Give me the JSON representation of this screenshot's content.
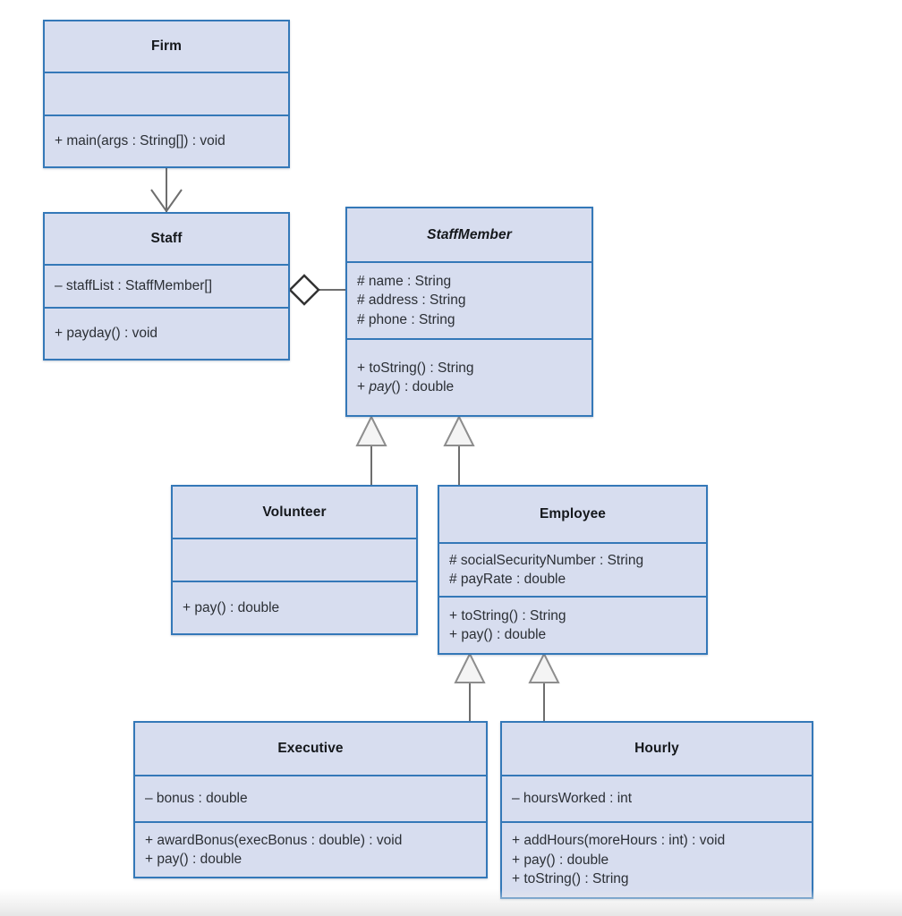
{
  "diagram": {
    "type": "uml-class-diagram",
    "title": "Firm / Staff / StaffMember class hierarchy",
    "colors": {
      "class_fill": "#d7ddef",
      "class_border": "#3478b8",
      "connector": "#6e6e6e",
      "text": "#2b2f35"
    }
  },
  "classes": [
    {
      "id": "firm",
      "name": "Firm",
      "abstract": false,
      "attributes": [],
      "operations": [
        {
          "text": "+ main(args : String[]) : void",
          "abstract": false
        }
      ]
    },
    {
      "id": "staff",
      "name": "Staff",
      "abstract": false,
      "attributes": [
        {
          "text": "– staffList : StaffMember[]",
          "abstract": false
        }
      ],
      "operations": [
        {
          "text": "+ payday() : void",
          "abstract": false
        }
      ]
    },
    {
      "id": "staffmember",
      "name": "StaffMember",
      "abstract": true,
      "attributes": [
        {
          "text": "# name : String",
          "abstract": false
        },
        {
          "text": "# address : String",
          "abstract": false
        },
        {
          "text": "# phone : String",
          "abstract": false
        }
      ],
      "operations": [
        {
          "text": "+ toString() : String",
          "abstract": false
        },
        {
          "pre": "+ ",
          "italic": "pay",
          "post": "() : double",
          "abstract": true
        }
      ]
    },
    {
      "id": "volunteer",
      "name": "Volunteer",
      "abstract": false,
      "attributes": [],
      "operations": [
        {
          "text": "+ pay() : double",
          "abstract": false
        }
      ]
    },
    {
      "id": "employee",
      "name": "Employee",
      "abstract": false,
      "attributes": [
        {
          "text": "# socialSecurityNumber : String",
          "abstract": false
        },
        {
          "text": "# payRate : double",
          "abstract": false
        }
      ],
      "operations": [
        {
          "text": "+ toString() : String",
          "abstract": false
        },
        {
          "text": "+ pay() : double",
          "abstract": false
        }
      ]
    },
    {
      "id": "executive",
      "name": "Executive",
      "abstract": false,
      "attributes": [
        {
          "text": "– bonus : double",
          "abstract": false
        }
      ],
      "operations": [
        {
          "text": "+ awardBonus(execBonus : double) : void",
          "abstract": false
        },
        {
          "text": "+ pay() : double",
          "abstract": false
        }
      ]
    },
    {
      "id": "hourly",
      "name": "Hourly",
      "abstract": false,
      "attributes": [
        {
          "text": "– hoursWorked : int",
          "abstract": false
        }
      ],
      "operations": [
        {
          "text": "+ addHours(moreHours : int) : void",
          "abstract": false
        },
        {
          "text": "+ pay() : double",
          "abstract": false
        },
        {
          "text": "+ toString() : String",
          "abstract": false
        }
      ]
    }
  ],
  "relationships": [
    {
      "id": "firm-staff",
      "kind": "dependency-arrow",
      "from": "firm",
      "to": "staff"
    },
    {
      "id": "staff-staffmember",
      "kind": "aggregation",
      "from": "staff",
      "to": "staffmember"
    },
    {
      "id": "volunteer-staffmember",
      "kind": "generalization",
      "from": "volunteer",
      "to": "staffmember"
    },
    {
      "id": "employee-staffmember",
      "kind": "generalization",
      "from": "employee",
      "to": "staffmember"
    },
    {
      "id": "executive-employee",
      "kind": "generalization",
      "from": "executive",
      "to": "employee"
    },
    {
      "id": "hourly-employee",
      "kind": "generalization",
      "from": "hourly",
      "to": "employee"
    }
  ]
}
